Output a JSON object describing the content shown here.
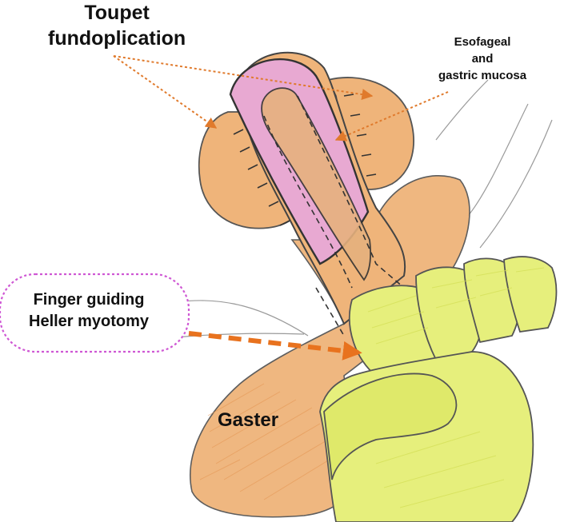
{
  "labels": {
    "toupet_line1": "Toupet",
    "toupet_line2": "fundoplication",
    "mucosa_line1": "Esofageal",
    "mucosa_line2": "and",
    "mucosa_line3": "gastric mucosa",
    "finger_line1": "Finger guiding",
    "finger_line2": "Heller myotomy",
    "gaster": "Gaster"
  },
  "colors": {
    "stomach": "#efb47a",
    "stomach_shade": "#e3934f",
    "mucosa": "#e8a9d2",
    "finger": "#e6ef7c",
    "finger_shade": "#d3de55",
    "arrow": "#e07a2c",
    "bubble_border": "#cf58d4",
    "outline": "#4a4a4a"
  }
}
